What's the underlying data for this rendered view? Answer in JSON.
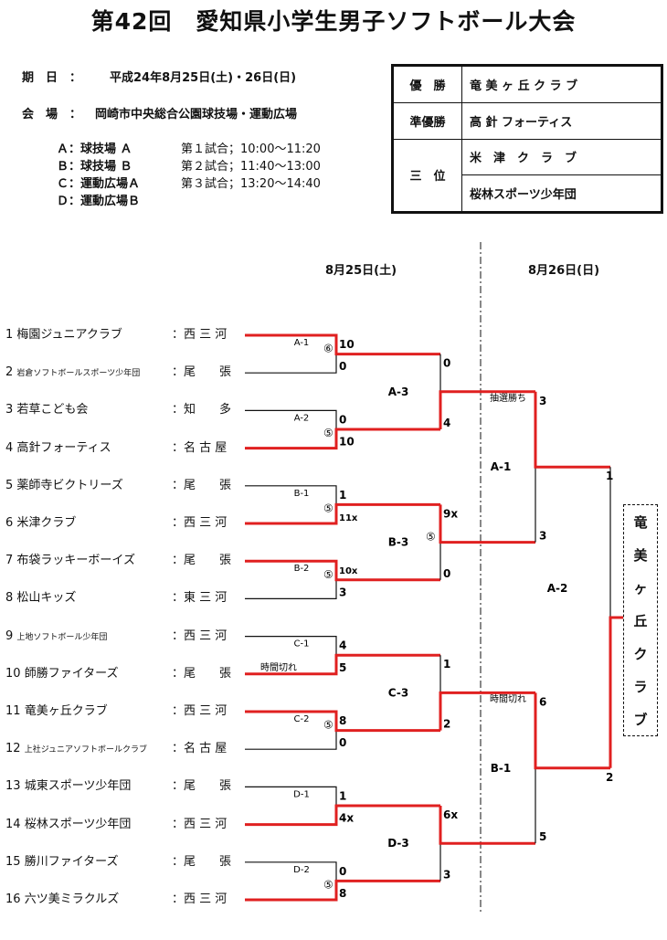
{
  "title": "第42回　愛知県小学生男子ソフトボール大会",
  "info": {
    "date_label": "期　日　：",
    "date_value": "平成24年8月25日(土)・26日(日)",
    "venue_label": "会　場　：",
    "venue_value": "岡崎市中央総合公園球技場・運動広場",
    "fields": [
      "Ａ：球技場 Ａ",
      "Ｂ：球技場 Ｂ",
      "Ｃ：運動広場Ａ",
      "Ｄ：運動広場Ｂ"
    ],
    "games": [
      "第１試合；10:00〜11:20",
      "第２試合；11:40〜13:00",
      "第３試合；13:20〜14:40"
    ]
  },
  "results": {
    "winner_label": "優　勝",
    "winner": "竜 美 ヶ 丘 ク ラ ブ",
    "runnerup_label": "準優勝",
    "runnerup": "高 針 フォーティス",
    "third_label": "三　位",
    "third": [
      "米　津　ク　ラ　ブ",
      "桜林スポーツ少年団"
    ]
  },
  "dates": [
    "8月25日(土)",
    "8月26日(日)"
  ],
  "teams": [
    {
      "no": "1",
      "name": "梅園ジュニアクラブ",
      "region": "：西 三 河",
      "small": false
    },
    {
      "no": "2",
      "name": "岩倉ソフトボールスポーツ少年団",
      "region": "：尾　　張",
      "small": true
    },
    {
      "no": "3",
      "name": "若草こども会",
      "region": "：知　　多",
      "small": false
    },
    {
      "no": "4",
      "name": "高針フォーティス",
      "region": "：名 古 屋",
      "small": false
    },
    {
      "no": "5",
      "name": "薬師寺ビクトリーズ",
      "region": "：尾　　張",
      "small": false
    },
    {
      "no": "6",
      "name": "米津クラブ",
      "region": "：西 三 河",
      "small": false
    },
    {
      "no": "7",
      "name": "布袋ラッキーボーイズ",
      "region": "：尾　　張",
      "small": false
    },
    {
      "no": "8",
      "name": "松山キッズ",
      "region": "：東 三 河",
      "small": false
    },
    {
      "no": "9",
      "name": "上地ソフトボール少年団",
      "region": "：西 三 河",
      "small": true
    },
    {
      "no": "10",
      "name": "師勝ファイターズ",
      "region": "：尾　　張",
      "small": false
    },
    {
      "no": "11",
      "name": "竜美ヶ丘クラブ",
      "region": "：西 三 河",
      "small": false
    },
    {
      "no": "12",
      "name": "上社ジュニアソフトボールクラブ",
      "region": "：名 古 屋",
      "small": true
    },
    {
      "no": "13",
      "name": "城東スポーツ少年団",
      "region": "：尾　　張",
      "small": false
    },
    {
      "no": "14",
      "name": "桜林スポーツ少年団",
      "region": "：西 三 河",
      "small": false
    },
    {
      "no": "15",
      "name": "勝川ファイターズ",
      "region": "：尾　　張",
      "small": false
    },
    {
      "no": "16",
      "name": "六ツ美ミラクルズ",
      "region": "：西 三 河",
      "small": false
    }
  ],
  "matches_r1": [
    {
      "code": "A-1",
      "top": "10",
      "bottom": "0",
      "inning": "⑥",
      "note": ""
    },
    {
      "code": "A-2",
      "top": "0",
      "bottom": "10",
      "inning": "⑤",
      "note": ""
    },
    {
      "code": "B-1",
      "top": "1",
      "bottom": "11x",
      "inning": "⑤",
      "note": ""
    },
    {
      "code": "B-2",
      "top": "10x",
      "bottom": "3",
      "inning": "⑤",
      "note": ""
    },
    {
      "code": "C-1",
      "top": "4",
      "bottom": "5",
      "inning": "",
      "note": "時間切れ"
    },
    {
      "code": "C-2",
      "top": "8",
      "bottom": "0",
      "inning": "⑤",
      "note": ""
    },
    {
      "code": "D-1",
      "top": "1",
      "bottom": "4x",
      "inning": "",
      "note": ""
    },
    {
      "code": "D-2",
      "top": "0",
      "bottom": "8",
      "inning": "⑤",
      "note": ""
    }
  ],
  "matches_r2": [
    {
      "code": "A-3",
      "top": "0",
      "bottom": "4",
      "inning": ""
    },
    {
      "code": "B-3",
      "top": "9x",
      "bottom": "0",
      "inning": "⑤"
    },
    {
      "code": "C-3",
      "top": "1",
      "bottom": "2",
      "inning": ""
    },
    {
      "code": "D-3",
      "top": "6x",
      "bottom": "3",
      "inning": ""
    }
  ],
  "matches_r3": [
    {
      "code": "A-1",
      "top": "3",
      "bottom": "3",
      "note": "抽選勝ち"
    },
    {
      "code": "B-1",
      "top": "6",
      "bottom": "5",
      "note": "時間切れ"
    }
  ],
  "final": {
    "code": "A-2",
    "top": "1",
    "bottom": "2"
  },
  "champion_chars": [
    "竜",
    "美",
    "ヶ",
    "丘",
    "ク",
    "ラ",
    "ブ"
  ]
}
